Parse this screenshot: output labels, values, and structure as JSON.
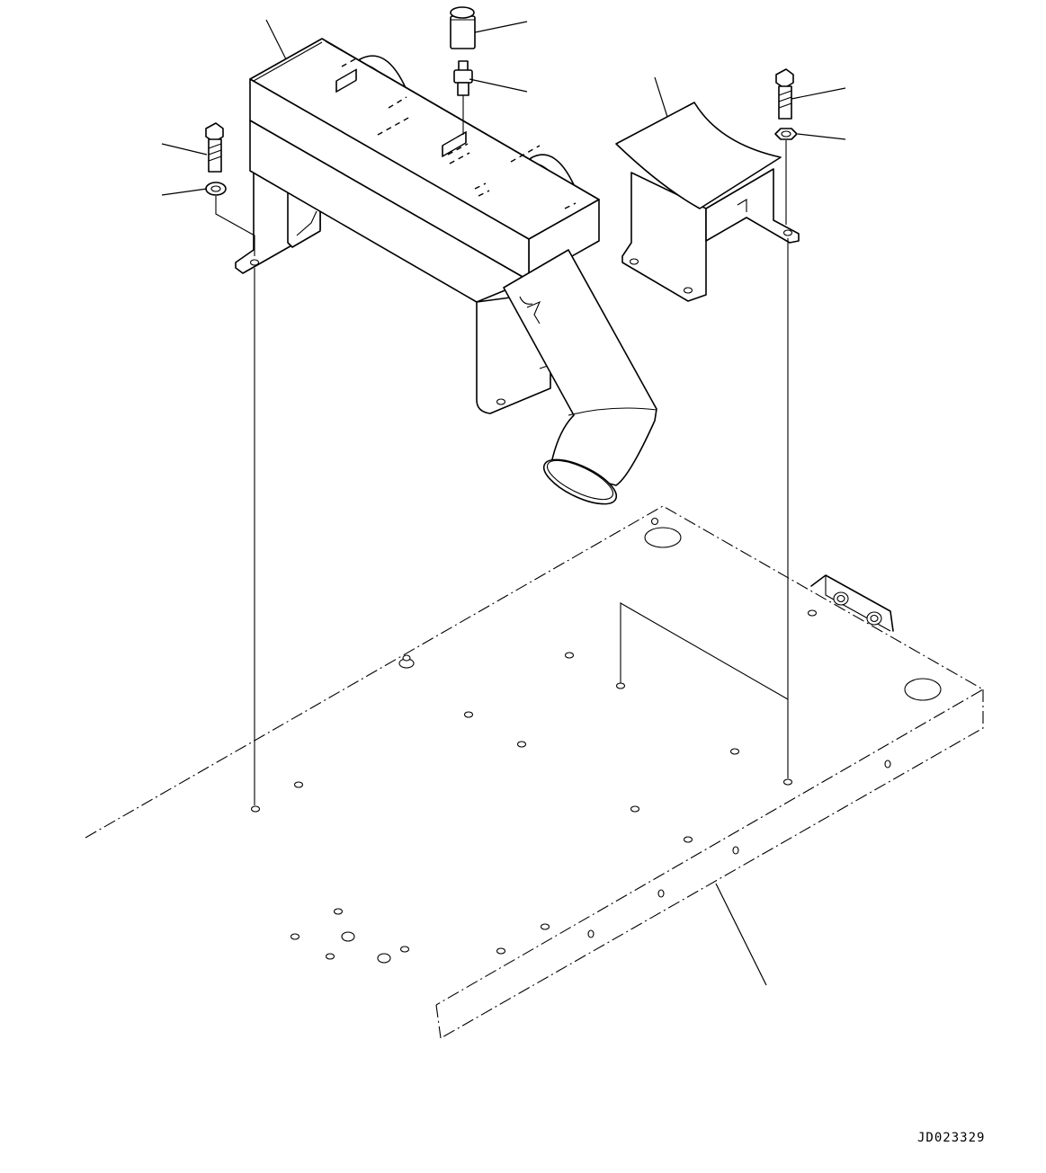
{
  "drawing": {
    "id_label": "JD023329",
    "parts": [
      "muffler-body",
      "tail-pipe",
      "rain-cap",
      "drain-fitting",
      "heat-shield",
      "bolt",
      "washer",
      "base-frame"
    ]
  }
}
